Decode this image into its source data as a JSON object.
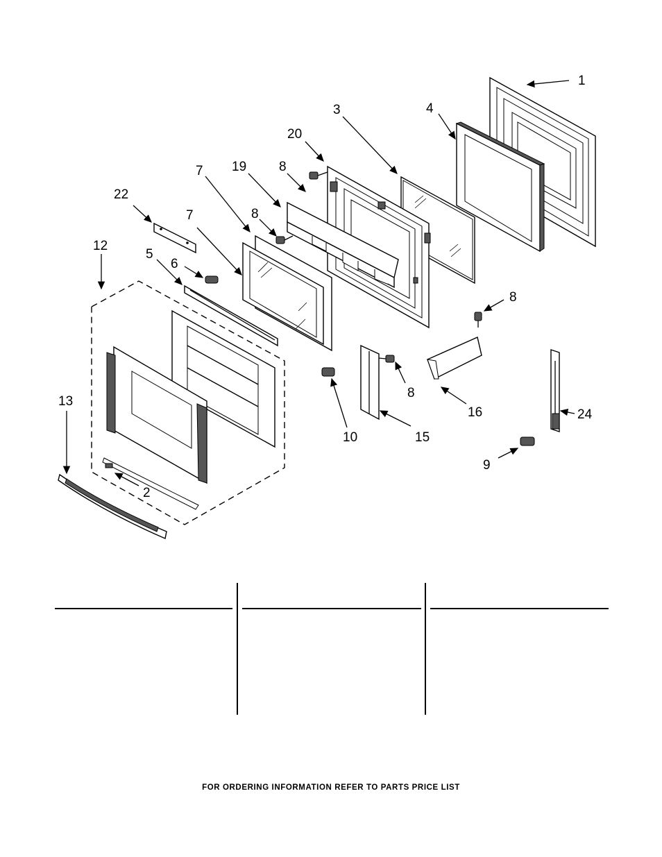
{
  "diagram": {
    "callouts": {
      "c1": "1",
      "c2": "2",
      "c3": "3",
      "c4": "4",
      "c5": "5",
      "c6": "6",
      "c7a": "7",
      "c7b": "7",
      "c8a": "8",
      "c8b": "8",
      "c8c": "8",
      "c8d": "8",
      "c9": "9",
      "c10": "10",
      "c12": "12",
      "c13": "13",
      "c15": "15",
      "c16": "16",
      "c19": "19",
      "c20": "20",
      "c22": "22",
      "c24": "24"
    }
  },
  "footer": {
    "text": "FOR ORDERING INFORMATION REFER TO PARTS PRICE LIST"
  }
}
